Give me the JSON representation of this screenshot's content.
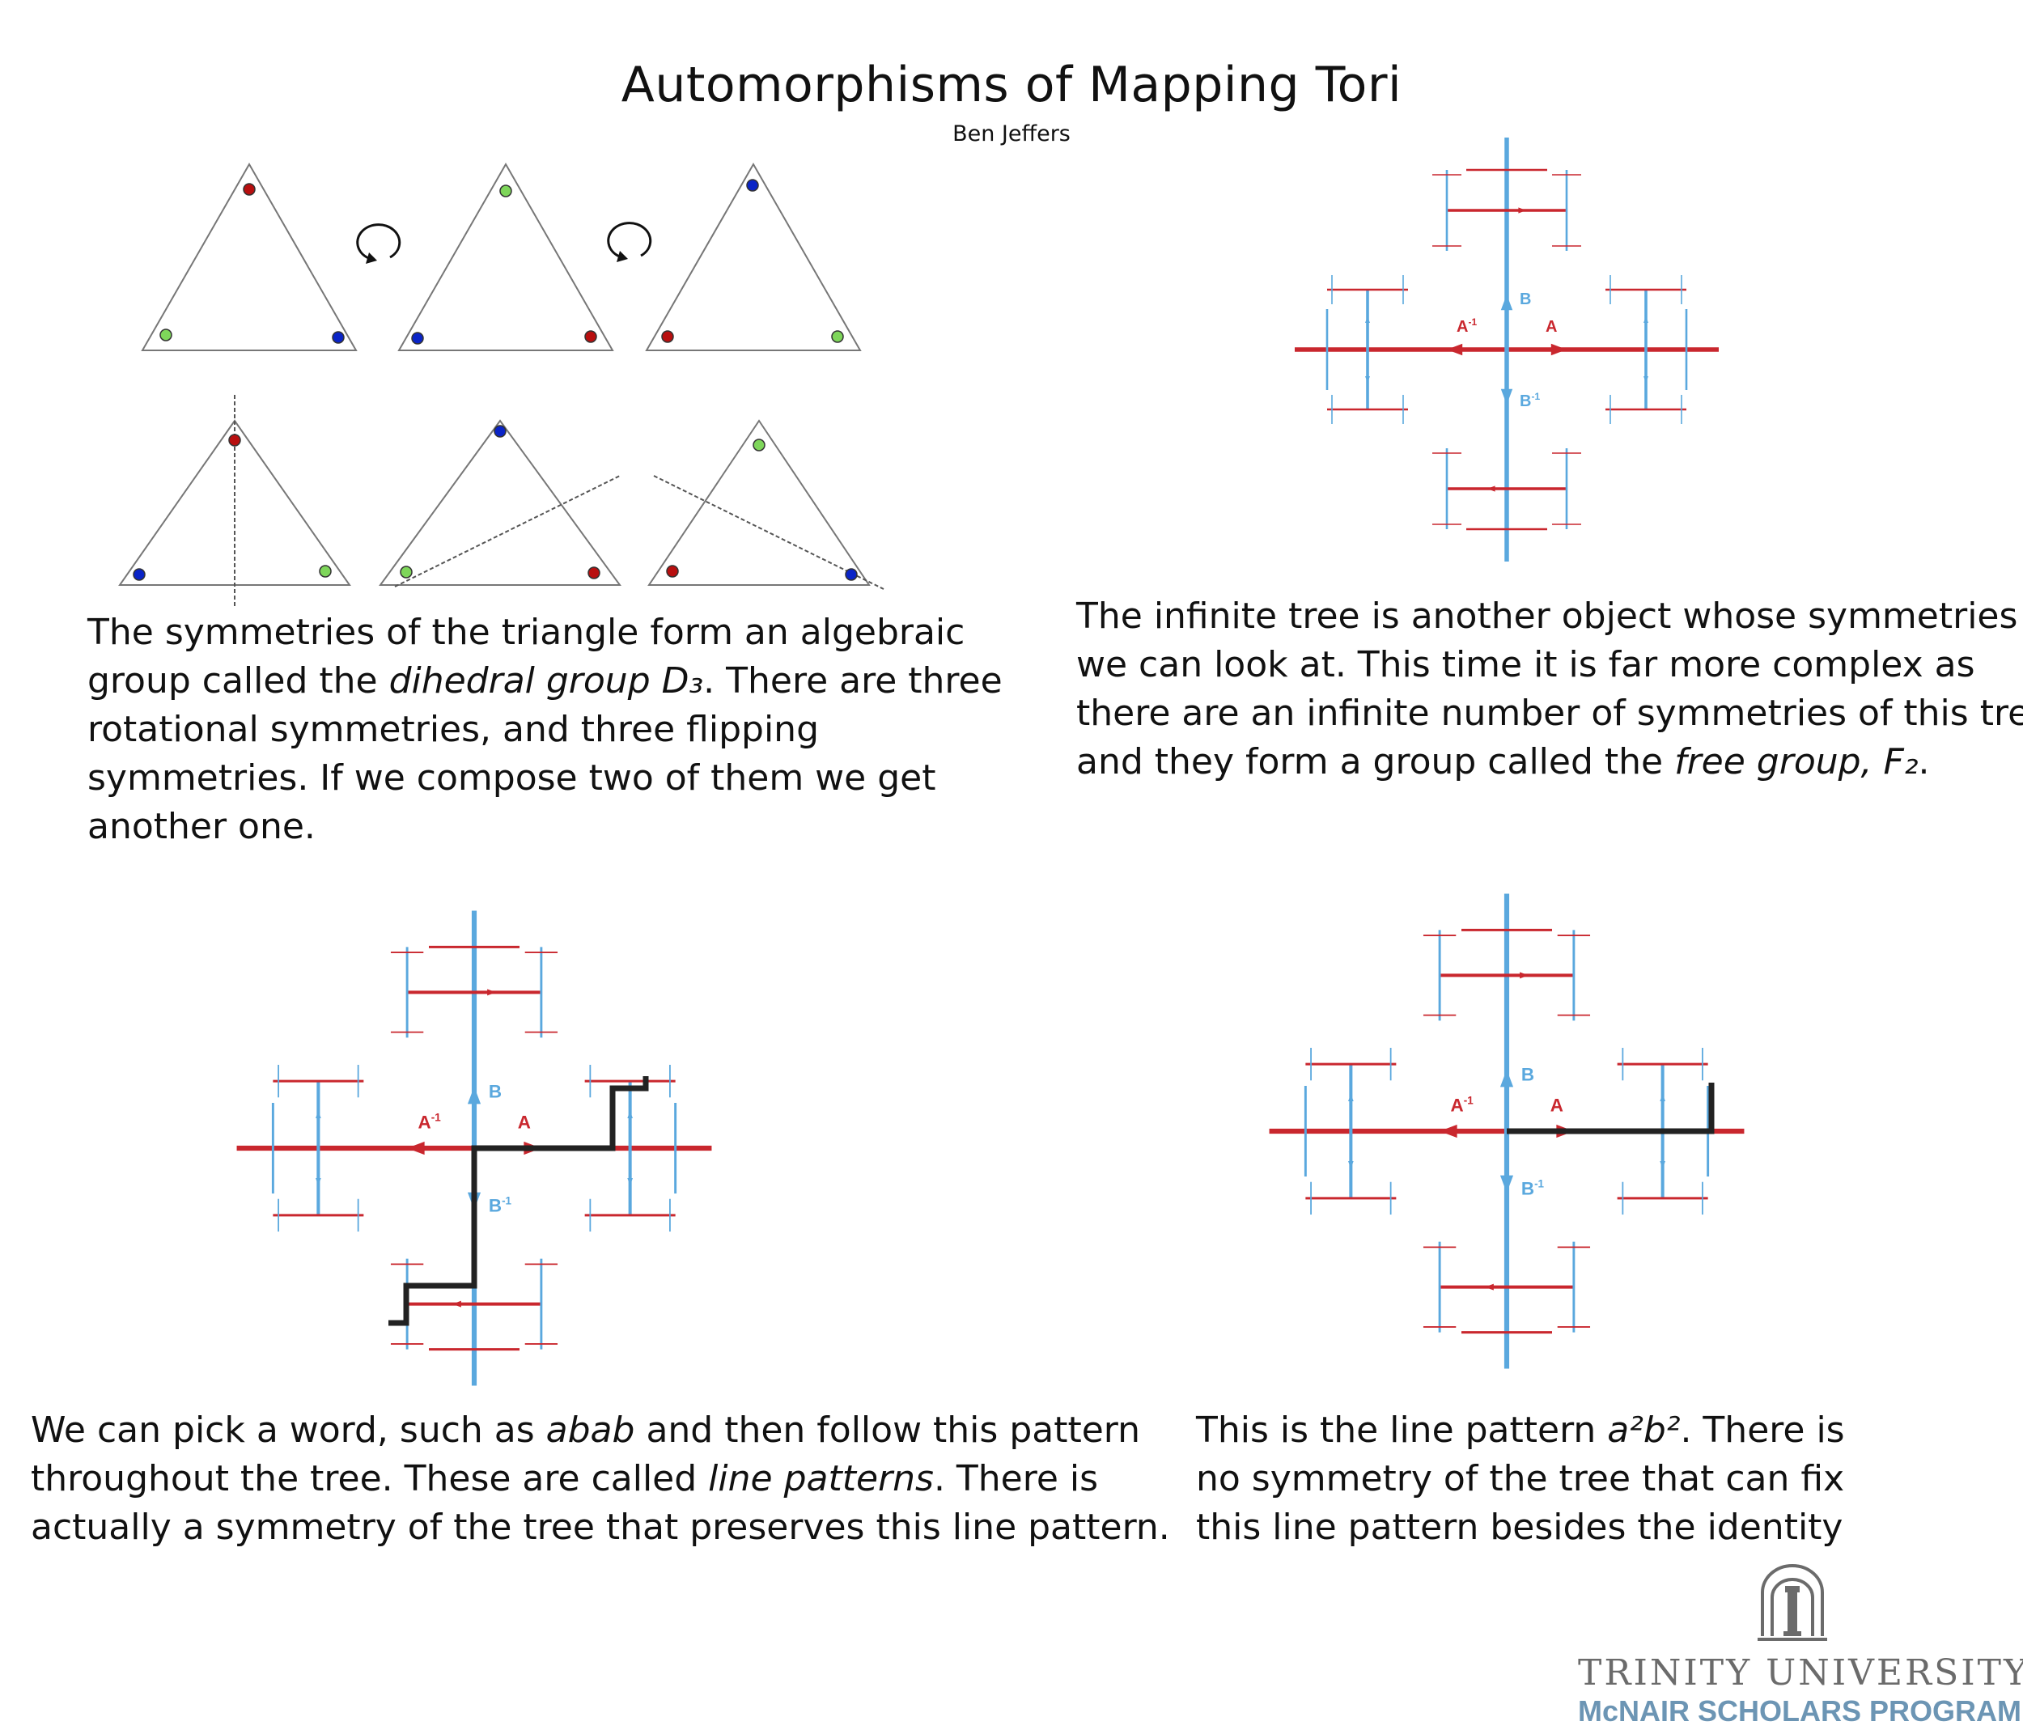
{
  "header": {
    "title": "Automorphisms of Mapping Tori",
    "author": "Ben Jeffers"
  },
  "colors": {
    "red": "#c9272e",
    "blue": "#5aa8de",
    "black": "#222222",
    "dot_red": "#b80f0f",
    "dot_green": "#7ed65a",
    "dot_blue": "#0a24c7",
    "logo_gray": "#6b6b6b",
    "logo_blue": "#6c95b4"
  },
  "tree_labels": {
    "a": "A",
    "a_inv": "A",
    "b": "B",
    "b_inv": "B",
    "inv_sup": "-1"
  },
  "paragraphs": {
    "triangle": {
      "l1": "The symmetries of the triangle form an algebraic",
      "l2a": "group called the ",
      "l2b": "dihedral group D₃",
      "l2c": ". There are three",
      "l3": "rotational symmetries, and three flipping",
      "l4": "symmetries. If we compose two of them we get",
      "l5": "another one."
    },
    "tree": {
      "l1": "The infinite tree is another object whose symmetries",
      "l2": "we can look at. This time it is far more complex as",
      "l3": "there are an infinite number of symmetries of this tree",
      "l4a": "and they form a group called the ",
      "l4b": "free group, F₂",
      "l4c": "."
    },
    "abab": {
      "l1a": "We can pick a word, such as ",
      "l1b": "abab",
      "l1c": " and then follow this pattern",
      "l2a": "throughout the tree. These are called ",
      "l2b": "line patterns",
      "l2c": ". There is",
      "l3": "actually a symmetry of the tree that preserves this line pattern."
    },
    "a2b2": {
      "l1a": "This is the line pattern ",
      "l1b": "a²b²",
      "l1c": ". There is",
      "l2": "no symmetry of the tree that can fix",
      "l3": "this line pattern besides the identity"
    }
  },
  "logo": {
    "name": "TRINITY UNIVERSITY",
    "program": "McNAIR SCHOLARS PROGRAM"
  }
}
